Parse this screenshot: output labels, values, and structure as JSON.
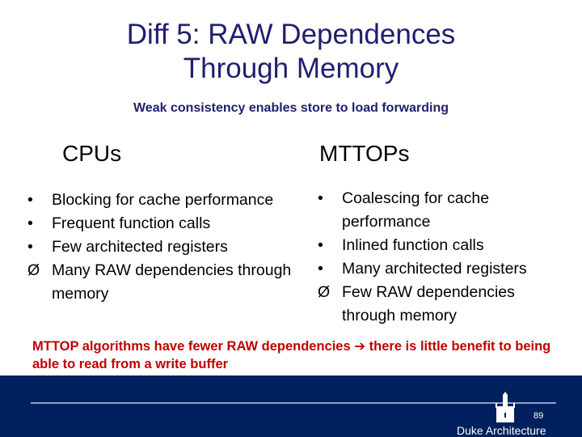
{
  "slide": {
    "title_line1": "Diff 5: RAW Dependences",
    "title_line2": "Through Memory",
    "subtitle": "Weak consistency enables store to load forwarding"
  },
  "left": {
    "heading": "CPUs",
    "items": [
      {
        "marker": "•",
        "text": "Blocking for cache performance"
      },
      {
        "marker": "•",
        "text": "Frequent function calls"
      },
      {
        "marker": "•",
        "text": "Few architected registers"
      },
      {
        "marker": "Ø",
        "text": "Many RAW dependencies through memory"
      }
    ]
  },
  "right": {
    "heading": "MTTOPs",
    "items": [
      {
        "marker": "•",
        "text": "Coalescing for cache performance"
      },
      {
        "marker": "•",
        "text": "Inlined function calls"
      },
      {
        "marker": "•",
        "text": "Many architected registers"
      },
      {
        "marker": "Ø",
        "text": "Few RAW dependencies through memory"
      }
    ]
  },
  "conclusion": {
    "before": "MTTOP algorithms have fewer RAW dependencies ",
    "arrow": "➔",
    "after": " there is little benefit to being able to read from a write buffer"
  },
  "footer": {
    "page_number": "89",
    "brand": "Duke Architecture",
    "logo_icon": "duke-chapel-icon",
    "background": "#01215E"
  },
  "colors": {
    "title": "#1F1F6E",
    "conclusion": "#C00000"
  }
}
